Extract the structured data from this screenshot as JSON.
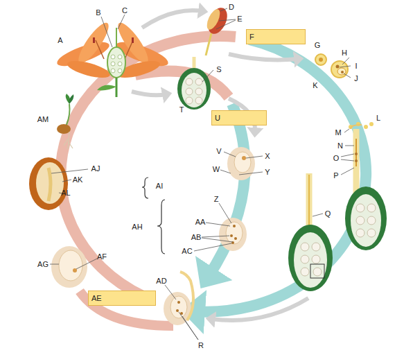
{
  "diagram": {
    "nodes": [
      {
        "text": [
          "F"
        ]
      },
      {
        "text": [
          "U"
        ]
      },
      {
        "text": [
          "AE"
        ]
      }
    ],
    "labels": [
      "A",
      "B",
      "C",
      "D",
      "E",
      "G",
      "H",
      "I",
      "J",
      "K",
      "L",
      "M",
      "N",
      "O",
      "P",
      "Q",
      "R",
      "S",
      "T",
      "V",
      "W",
      "X",
      "Y",
      "Z",
      "AA",
      "AB",
      "AC",
      "AD",
      "AF",
      "AG",
      "AH",
      "AI",
      "AJ",
      "AK",
      "AL",
      "AM"
    ]
  }
}
